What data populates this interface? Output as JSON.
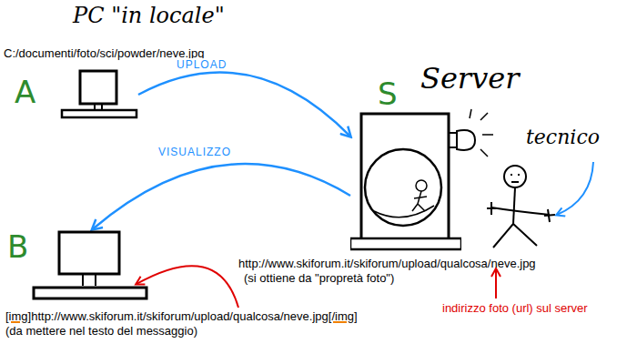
{
  "diagram": {
    "nodes": [
      {
        "text": [
          "A"
        ]
      },
      {
        "text": [
          "S"
        ]
      },
      {
        "text": [
          "B"
        ]
      }
    ],
    "edges": [
      {
        "from": 0,
        "to": 1,
        "arrow": "to",
        "label": "UPLOAD"
      },
      {
        "from": 1,
        "to": 2,
        "arrow": "to",
        "label": "VISUALIZZO"
      }
    ],
    "labels": [
      "PC \"in locale\"",
      "C:/documenti/foto/sci/powder/neve.jpg",
      "Server",
      "tecnico",
      "http://www.skiforum.it/skiforum/upload/qualcosa/neve.jpg",
      "(si ottiene da \"propretà foto\")",
      "indirizzo foto (url) sul server",
      "[img]",
      "http://www.skiforum.it/skiforum/upload/qualcosa/neve.jpg",
      "[/img]",
      "(da mettere nel testo del messaggio)"
    ]
  }
}
